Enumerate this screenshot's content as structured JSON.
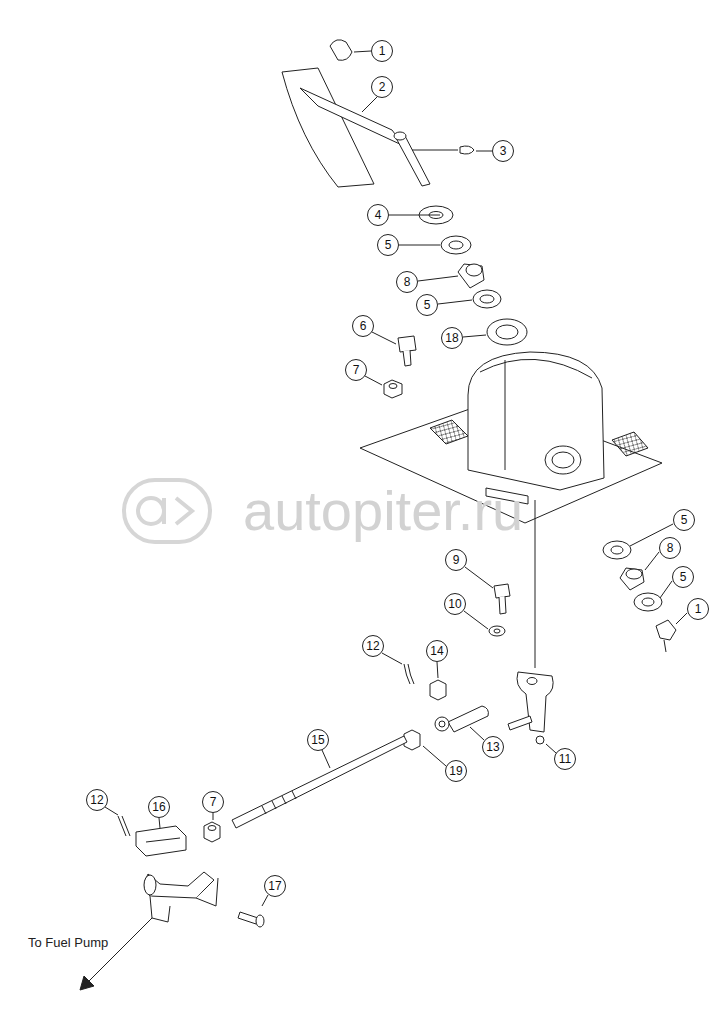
{
  "diagram": {
    "nodes": [
      {
        "text": [
          "1"
        ]
      },
      {
        "text": [
          "2"
        ]
      },
      {
        "text": [
          "3"
        ]
      },
      {
        "text": [
          "4"
        ]
      },
      {
        "text": [
          "5"
        ]
      },
      {
        "text": [
          "8"
        ]
      },
      {
        "text": [
          "5"
        ]
      },
      {
        "text": [
          "6"
        ]
      },
      {
        "text": [
          "18"
        ]
      },
      {
        "text": [
          "7"
        ]
      },
      {
        "text": [
          "5"
        ]
      },
      {
        "text": [
          "8"
        ]
      },
      {
        "text": [
          "5"
        ]
      },
      {
        "text": [
          "9"
        ]
      },
      {
        "text": [
          "1"
        ]
      },
      {
        "text": [
          "10"
        ]
      },
      {
        "text": [
          "12"
        ]
      },
      {
        "text": [
          "14"
        ]
      },
      {
        "text": [
          "15"
        ]
      },
      {
        "text": [
          "13"
        ]
      },
      {
        "text": [
          "11"
        ]
      },
      {
        "text": [
          "19"
        ]
      },
      {
        "text": [
          "12"
        ]
      },
      {
        "text": [
          "7"
        ]
      },
      {
        "text": [
          "16"
        ]
      },
      {
        "text": [
          "17"
        ]
      }
    ],
    "labels": [
      "autopiter.ru",
      "To Fuel Pump"
    ]
  }
}
